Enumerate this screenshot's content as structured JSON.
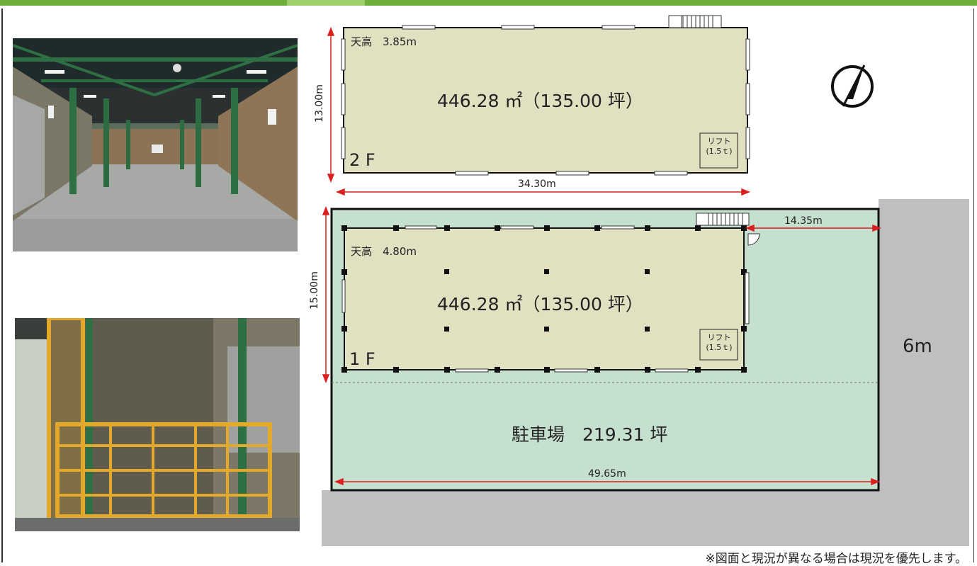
{
  "plan_2f": {
    "floor_label": "2 F",
    "ceiling_height": "天高　3.85m",
    "area": "446.28 ㎡（135.00 坪）",
    "lift_label_line1": "リフト",
    "lift_label_line2": "(1.5ｔ)",
    "width_dim": "34.30m",
    "depth_dim": "13.00m"
  },
  "plan_1f": {
    "floor_label": "1 F",
    "ceiling_height": "天高　4.80m",
    "area": "446.28 ㎡（135.00 坪）",
    "lift_label_line1": "リフト",
    "lift_label_line2": "(1.5ｔ)",
    "depth_dim": "15.00m",
    "side_dim": "14.35m"
  },
  "site": {
    "parking_label": "駐車場　219.31 坪",
    "total_width_dim": "49.65m",
    "road_width": "6m"
  },
  "notice": "※図面と現況が異なる場合は現況を優先します。",
  "colors": {
    "floor_fill": "#e1e1c2",
    "site_fill": "#c6e0cf",
    "road_fill": "#bfbfc1",
    "dimension_line": "#d9201f",
    "header_green": "#6cae3c"
  },
  "icons": {
    "north": "north-arrow-icon"
  }
}
